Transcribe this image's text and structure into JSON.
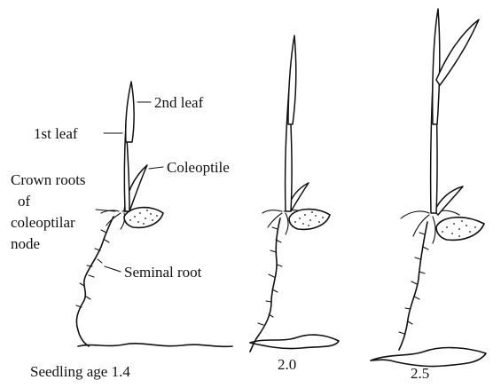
{
  "labels": {
    "second_leaf": "2nd leaf",
    "first_leaf": "1st leaf",
    "coleoptile": "Coleoptile",
    "crown_roots_line1": "Crown roots",
    "crown_roots_line2": "of",
    "crown_roots_line3": "coleoptilar",
    "crown_roots_line4": "node",
    "seminal_root": "Seminal root"
  },
  "seedlings": [
    {
      "age_label": "Seedling age 1.4"
    },
    {
      "age_label": "2.0"
    },
    {
      "age_label": "2.5"
    }
  ]
}
